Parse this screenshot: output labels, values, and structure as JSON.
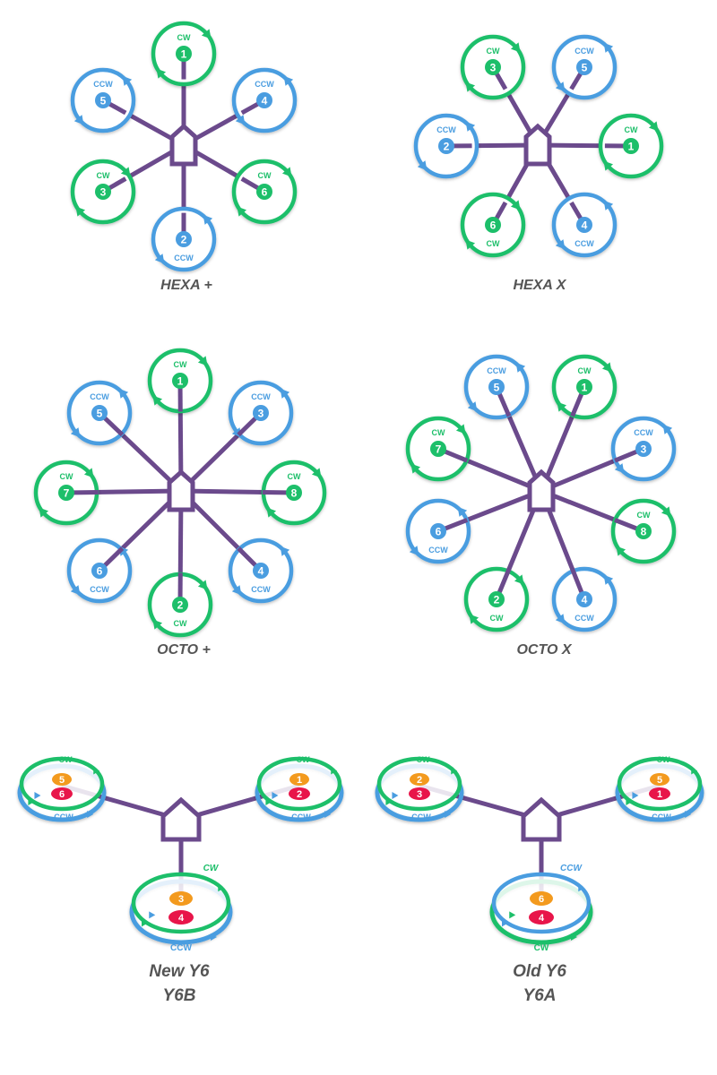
{
  "colors": {
    "cw": "#1dbf6a",
    "ccw": "#4a9de0",
    "frame": "#6b4a8c",
    "top_motor": "#f39a1e",
    "bottom_motor": "#e8154a",
    "caption": "#555555"
  },
  "diagrams": [
    {
      "id": "hexa-plus",
      "caption": [
        "HEXA +"
      ],
      "motors": [
        {
          "num": "1",
          "dir": "CW"
        },
        {
          "num": "2",
          "dir": "CCW"
        },
        {
          "num": "3",
          "dir": "CW"
        },
        {
          "num": "4",
          "dir": "CCW"
        },
        {
          "num": "5",
          "dir": "CCW"
        },
        {
          "num": "6",
          "dir": "CW"
        }
      ]
    },
    {
      "id": "hexa-x",
      "caption": [
        "HEXA X"
      ],
      "motors": [
        {
          "num": "1",
          "dir": "CW"
        },
        {
          "num": "2",
          "dir": "CCW"
        },
        {
          "num": "3",
          "dir": "CW"
        },
        {
          "num": "4",
          "dir": "CCW"
        },
        {
          "num": "5",
          "dir": "CCW"
        },
        {
          "num": "6",
          "dir": "CW"
        }
      ]
    },
    {
      "id": "octo-plus",
      "caption": [
        "OCTO +"
      ],
      "motors": [
        {
          "num": "1",
          "dir": "CW"
        },
        {
          "num": "2",
          "dir": "CW"
        },
        {
          "num": "3",
          "dir": "CCW"
        },
        {
          "num": "4",
          "dir": "CCW"
        },
        {
          "num": "5",
          "dir": "CCW"
        },
        {
          "num": "6",
          "dir": "CCW"
        },
        {
          "num": "7",
          "dir": "CW"
        },
        {
          "num": "8",
          "dir": "CW"
        }
      ]
    },
    {
      "id": "octo-x",
      "caption": [
        "OCTO X"
      ],
      "motors": [
        {
          "num": "1",
          "dir": "CW"
        },
        {
          "num": "2",
          "dir": "CW"
        },
        {
          "num": "3",
          "dir": "CCW"
        },
        {
          "num": "4",
          "dir": "CCW"
        },
        {
          "num": "5",
          "dir": "CCW"
        },
        {
          "num": "6",
          "dir": "CCW"
        },
        {
          "num": "7",
          "dir": "CW"
        },
        {
          "num": "8",
          "dir": "CW"
        }
      ]
    },
    {
      "id": "new-y6",
      "caption": [
        "New Y6",
        "Y6B"
      ],
      "arms": [
        {
          "top": "5",
          "bottom": "6",
          "top_dir": "CW",
          "bottom_dir": "CCW"
        },
        {
          "top": "1",
          "bottom": "2",
          "top_dir": "CW",
          "bottom_dir": "CCW"
        },
        {
          "top": "3",
          "bottom": "4",
          "top_dir": "CW",
          "bottom_dir": "CCW"
        }
      ]
    },
    {
      "id": "old-y6",
      "caption": [
        "Old Y6",
        "Y6A"
      ],
      "arms": [
        {
          "top": "2",
          "bottom": "3",
          "top_dir": "CW",
          "bottom_dir": "CCW"
        },
        {
          "top": "5",
          "bottom": "1",
          "top_dir": "CW",
          "bottom_dir": "CCW"
        },
        {
          "top": "6",
          "bottom": "4",
          "top_dir": "CCW",
          "bottom_dir": "CW"
        }
      ]
    }
  ]
}
